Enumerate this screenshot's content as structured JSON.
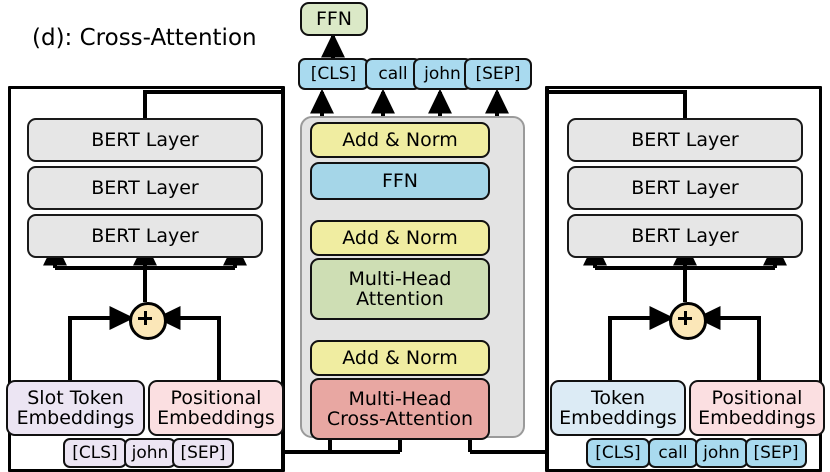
{
  "figure": {
    "label": "(d): Cross-Attention",
    "type": "architecture-diagram"
  },
  "colors": {
    "add_norm": "#f0eda1",
    "ffn_inner": "#a5d6e8",
    "ffn_top": "#dbe9c7",
    "multi_head_attention": "#cedeb4",
    "multi_head_cross_attention": "#e8a7a2",
    "bert_layer": "#e6e6e6",
    "slot_token_embeddings": "#ece5f3",
    "positional_embeddings": "#fbdfe1",
    "token_embeddings": "#dcebf5",
    "token_chip_left": "#ece5f3",
    "token_chip_right": "#a9daef",
    "sum_node": "#fbe7b8",
    "decoder_container": "#e3e3e3",
    "wire": "#000000"
  },
  "left_encoder": {
    "name": "slot-encoder",
    "bert_layers": [
      {
        "label": "BERT Layer"
      },
      {
        "label": "BERT Layer"
      },
      {
        "label": "BERT Layer"
      }
    ],
    "sum_symbol": "+",
    "embeddings": [
      {
        "label": "Slot Token\nEmbeddings",
        "line1": "Slot Token",
        "line2": "Embeddings"
      },
      {
        "label": "Positional\nEmbeddings",
        "line1": "Positional",
        "line2": "Embeddings"
      }
    ],
    "input_tokens": [
      {
        "label": "[CLS]"
      },
      {
        "label": "john"
      },
      {
        "label": "[SEP]"
      }
    ]
  },
  "right_encoder": {
    "name": "utterance-encoder",
    "bert_layers": [
      {
        "label": "BERT Layer"
      },
      {
        "label": "BERT Layer"
      },
      {
        "label": "BERT Layer"
      }
    ],
    "sum_symbol": "+",
    "embeddings": [
      {
        "label": "Token\nEmbeddings",
        "line1": "Token",
        "line2": "Embeddings"
      },
      {
        "label": "Positional\nEmbeddings",
        "line1": "Positional",
        "line2": "Embeddings"
      }
    ],
    "input_tokens": [
      {
        "label": "[CLS]"
      },
      {
        "label": "call"
      },
      {
        "label": "john"
      },
      {
        "label": "[SEP]"
      }
    ]
  },
  "center_stack": {
    "name": "cross-attention-decoder-block",
    "blocks": [
      {
        "id": "add-norm-3",
        "label": "Add & Norm",
        "order": 6
      },
      {
        "id": "ffn",
        "label": "FFN",
        "order": 5
      },
      {
        "id": "add-norm-2",
        "label": "Add & Norm",
        "order": 4
      },
      {
        "id": "multi-head-attention",
        "label": "Multi-Head\nAttention",
        "line1": "Multi-Head",
        "line2": "Attention",
        "order": 3
      },
      {
        "id": "add-norm-1",
        "label": "Add & Norm",
        "order": 2
      },
      {
        "id": "multi-head-cross-attention",
        "label": "Multi-Head\nCross-Attention",
        "line1": "Multi-Head",
        "line2": "Cross-Attention",
        "order": 1
      }
    ],
    "residual_connections": 3,
    "cross_attention_inputs": 3
  },
  "output": {
    "head": {
      "label": "FFN"
    },
    "tokens": [
      {
        "label": "[CLS]"
      },
      {
        "label": "call"
      },
      {
        "label": "john"
      },
      {
        "label": "[SEP]"
      }
    ]
  }
}
